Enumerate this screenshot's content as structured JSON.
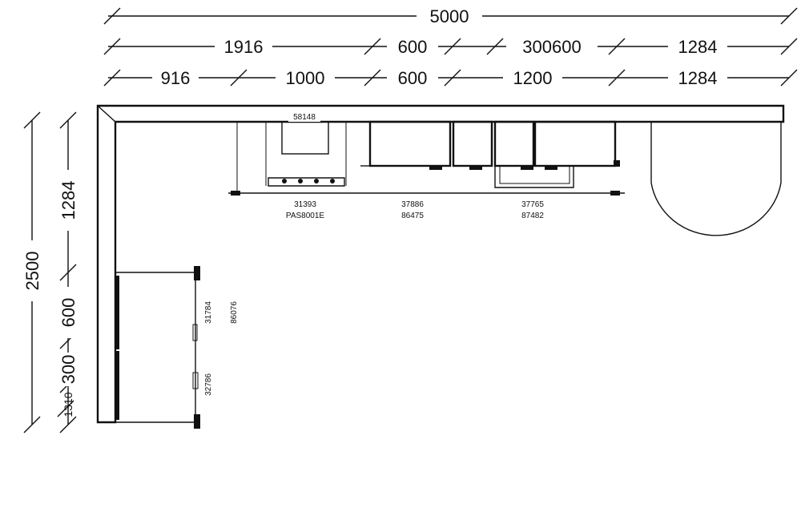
{
  "dimensions": {
    "row1": [
      "5000"
    ],
    "row2": [
      "1916",
      "600",
      "300600",
      "1284"
    ],
    "row3": [
      "916",
      "1000",
      "600",
      "1200",
      "1284"
    ],
    "left_outer": [
      "2500"
    ],
    "left_inner": [
      "1284",
      "600",
      "300",
      "1310"
    ]
  },
  "labels": {
    "hood_code": "58148",
    "cab_left_code": "31393",
    "cab_left_model": "PAS8001E",
    "cab_mid_code": "37886",
    "cab_mid_model": "86475",
    "cab_right_code": "37765",
    "cab_right_model": "87482",
    "side_code_1": "31784",
    "side_code_2": "32786",
    "side_code_3": "86076"
  },
  "colors": {
    "line": "#111111",
    "background": "#ffffff"
  }
}
